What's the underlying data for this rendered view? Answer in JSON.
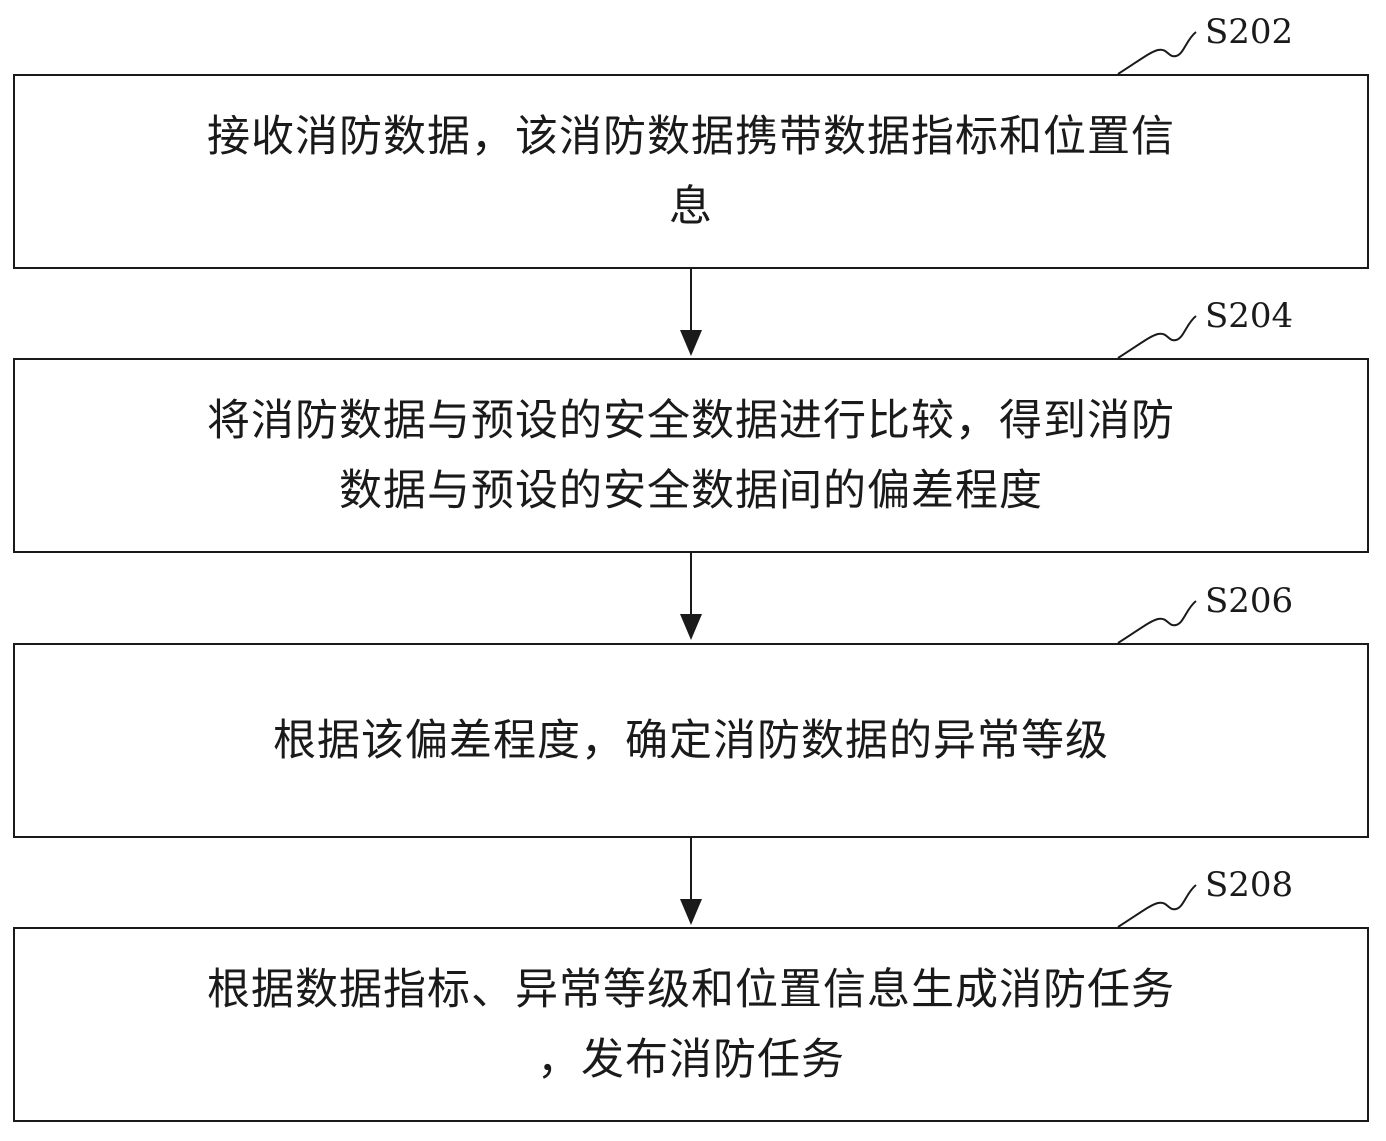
{
  "steps": [
    {
      "label": "S202",
      "text": "接收消防数据，该消防数据携带数据指标和位置信\n息"
    },
    {
      "label": "S204",
      "text": "将消防数据与预设的安全数据进行比较，得到消防\n数据与预设的安全数据间的偏差程度"
    },
    {
      "label": "S206",
      "text": "根据该偏差程度，确定消防数据的异常等级"
    },
    {
      "label": "S208",
      "text": "根据数据指标、异常等级和位置信息生成消防任务\n，发布消防任务"
    }
  ]
}
